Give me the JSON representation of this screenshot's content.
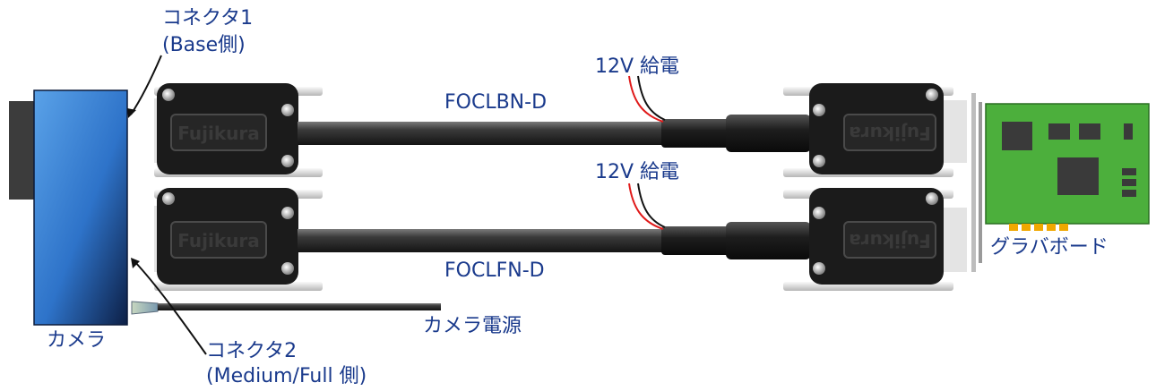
{
  "labels": {
    "connector1_line1": "コネクタ1",
    "connector1_line2": "(Base側)",
    "connector2_line1": "コネクタ2",
    "connector2_line2": "(Medium/Full 側)",
    "camera": "カメラ",
    "camera_power": "カメラ電源",
    "cable_top": "FOCLBN-D",
    "cable_bottom": "FOCLFN-D",
    "power_top": "12V 給電",
    "power_bottom": "12V 給電",
    "grabber_board": "グラバボード"
  },
  "connector_brand": "Fujikura",
  "colors": {
    "label_text": "#1a3a8c",
    "camera_body": "#2e73c9",
    "cable": "#3a3a3a",
    "connector": "#1c1c1c",
    "board": "#4caf3c",
    "red_wire": "#e01a1a"
  }
}
